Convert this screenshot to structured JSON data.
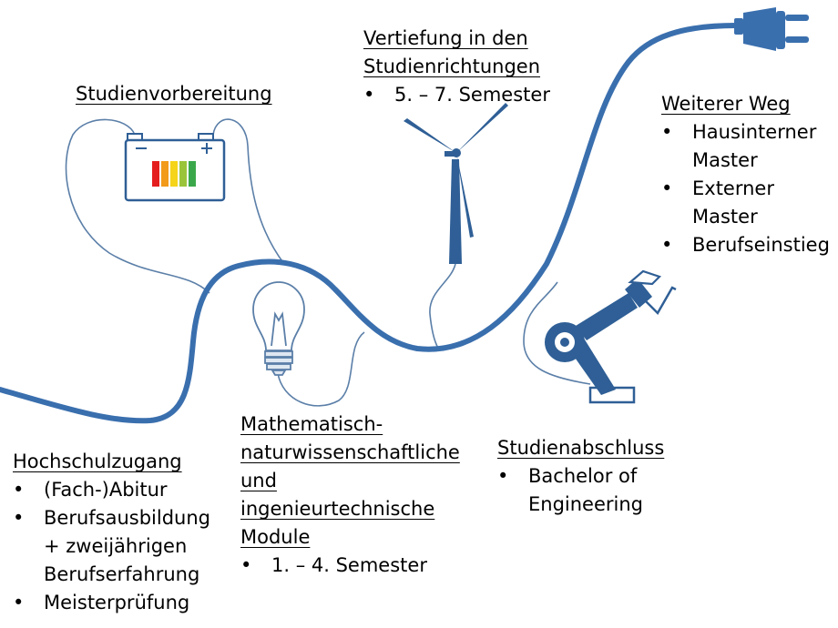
{
  "colors": {
    "cable": "#3a6fae",
    "outline": "#2f5f96",
    "thin_line": "#5b7fa8",
    "battery": [
      "#e41e1e",
      "#f29a1a",
      "#f5d41a",
      "#9ac43a",
      "#3aa84a"
    ]
  },
  "icons": [
    "battery-icon",
    "light-bulb-icon",
    "wind-turbine-icon",
    "robot-arm-icon",
    "power-plug-icon"
  ],
  "studienvorbereitung": {
    "title": "Studienvorbereitung"
  },
  "vertiefung": {
    "title_lines": [
      "Vertiefung in den",
      "Studienrichtungen"
    ],
    "items": [
      "5. – 7. Semester"
    ]
  },
  "weiterer_weg": {
    "title": "Weiterer Weg",
    "items": [
      [
        "Hausinterner",
        "Master"
      ],
      [
        "Externer",
        "Master"
      ],
      [
        "Berufseinstieg"
      ]
    ]
  },
  "hochschulzugang": {
    "title": "Hochschulzugang",
    "items": [
      [
        "(Fach-)Abitur"
      ],
      [
        "Berufsausbildung",
        "+ zweijährigen",
        "Berufserfahrung"
      ],
      [
        "Meisterprüfung"
      ]
    ]
  },
  "module": {
    "title_lines": [
      "Mathematisch-",
      "naturwissenschaftliche",
      "und",
      "ingenieurtechnische",
      "Module"
    ],
    "items": [
      "1. – 4. Semester"
    ]
  },
  "studienabschluss": {
    "title": "Studienabschluss",
    "items": [
      [
        "Bachelor of",
        "Engineering"
      ]
    ]
  }
}
